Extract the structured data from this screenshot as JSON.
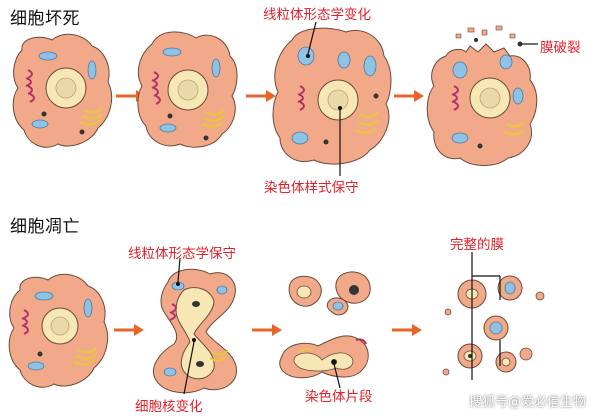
{
  "necrosis": {
    "title": "细胞坏死",
    "label_mito_change": "线粒体形态学变化",
    "label_membrane_rupture": "膜破裂",
    "label_chromatin_preserved": "染色体样式保守"
  },
  "apoptosis": {
    "title": "细胞凋亡",
    "label_mito_preserved": "线粒体形态学保守",
    "label_nucleus_change": "细胞核变化",
    "label_chromatin_fragments": "染色体片段",
    "label_intact_membrane": "完整的膜"
  },
  "watermark": "搜狐号@爱必信生物",
  "colors": {
    "cell_fill": "#F2A98A",
    "cell_stroke": "#6b4a3a",
    "nucleus_fill": "#F7E7B4",
    "mito_fill": "#8EC3E6",
    "er_color": "#B0306A",
    "golgi_color": "#E6C83A",
    "arrow_color": "#E8652A",
    "label_red": "#E0202A",
    "pointer_black": "#111111"
  }
}
